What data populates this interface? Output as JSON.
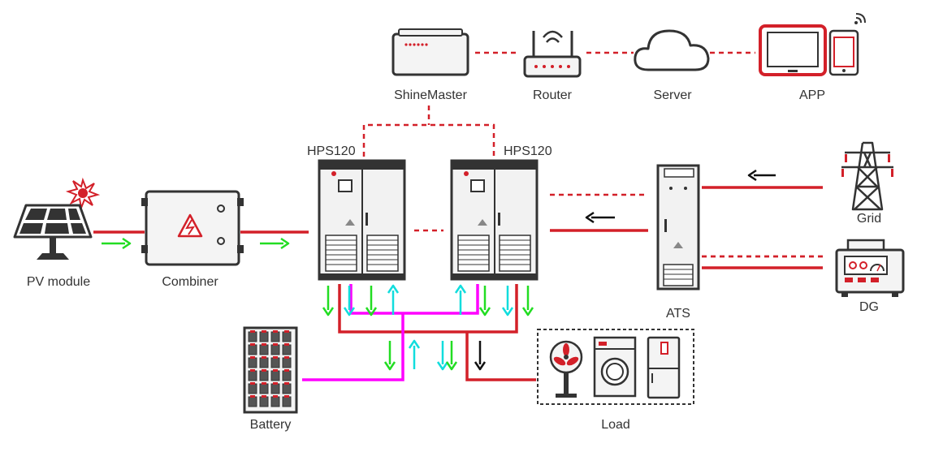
{
  "labels": {
    "pv_module": "PV module",
    "combiner": "Combiner",
    "hps_left": "HPS120",
    "hps_right": "HPS120",
    "shinemaster": "ShineMaster",
    "router": "Router",
    "server": "Server",
    "app": "APP",
    "ats": "ATS",
    "grid": "Grid",
    "dg": "DG",
    "battery": "Battery",
    "load": "Load"
  },
  "colors": {
    "ac_power": "#d32029",
    "dc_battery": "#ff00ff",
    "flow_pv": "#22dd22",
    "flow_battery": "#11dddd",
    "flow_grid": "#111111",
    "device_outline": "#333333",
    "device_fill": "#f2f2f2"
  },
  "icons": {
    "pv_module": "solar-panel-icon",
    "sun_glare": "sun-burst-icon",
    "combiner": "combiner-box-icon",
    "hazard": "high-voltage-warning-icon",
    "hps": "hybrid-inverter-cabinet-icon",
    "shinemaster": "datalogger-icon",
    "router": "router-icon",
    "server": "cloud-server-icon",
    "app_tablet": "tablet-icon",
    "app_phone": "smartphone-icon",
    "wifi": "wifi-signal-icon",
    "ats": "transfer-switch-cabinet-icon",
    "grid": "power-pylon-icon",
    "dg": "diesel-generator-icon",
    "battery": "battery-rack-icon",
    "fan": "fan-icon",
    "washer": "washing-machine-icon",
    "fridge": "refrigerator-icon"
  }
}
